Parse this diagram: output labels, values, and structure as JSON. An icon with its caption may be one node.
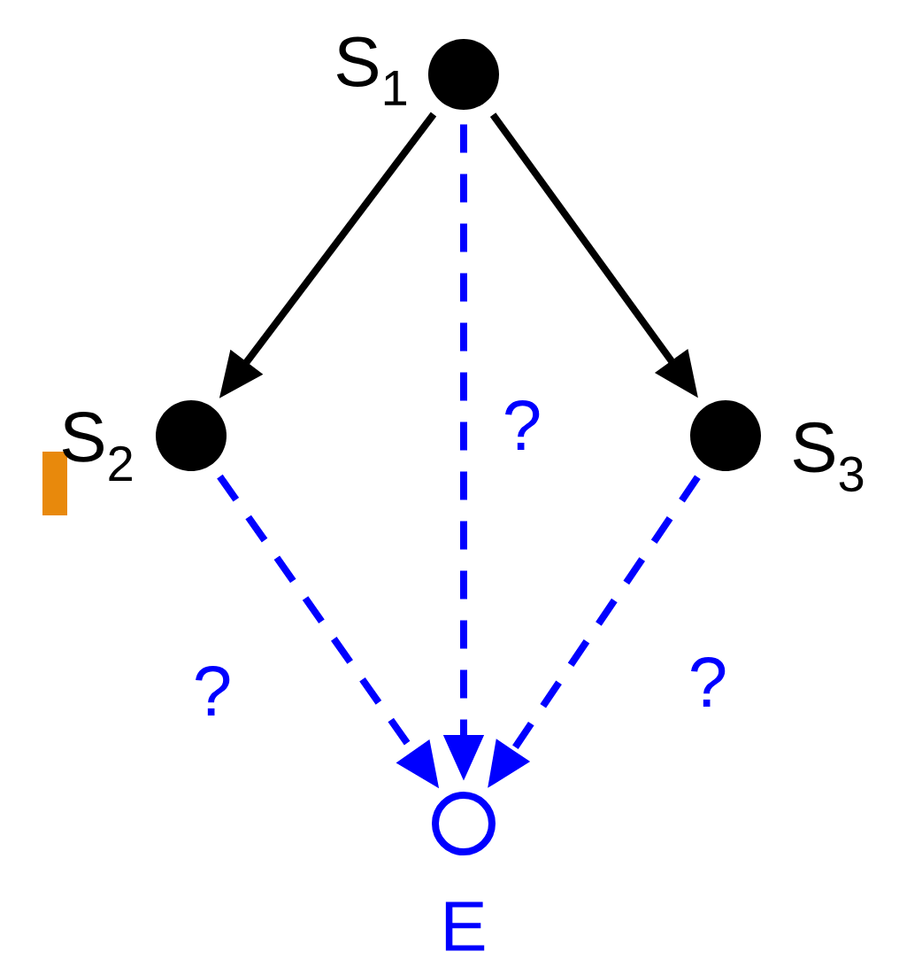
{
  "diagram": {
    "nodes": [
      {
        "text": [],
        "shape": "circle",
        "beside": [
          "S$_{1}$"
        ]
      },
      {
        "text": [],
        "shape": "circle",
        "beside": [
          "S$_{2}$"
        ]
      },
      {
        "text": [],
        "shape": "circle",
        "beside": [
          "S$_{3}$"
        ]
      },
      {
        "text": [],
        "shape": "circle",
        "beside": [
          "E"
        ]
      }
    ],
    "edges": [
      {
        "from": 0,
        "to": 1,
        "arrow": "to",
        "color": "#000000"
      },
      {
        "from": 0,
        "to": 2,
        "arrow": "to",
        "color": "#000000"
      },
      {
        "from": 0,
        "to": 3,
        "arrow": "to",
        "style": "dashed",
        "color": "#0000ff",
        "label": "?"
      },
      {
        "from": 1,
        "to": 3,
        "arrow": "to",
        "style": "dashed",
        "color": "#0000ff",
        "label": "?"
      },
      {
        "from": 2,
        "to": 3,
        "arrow": "to",
        "style": "dashed",
        "color": "#0000ff",
        "label": "?"
      }
    ]
  }
}
